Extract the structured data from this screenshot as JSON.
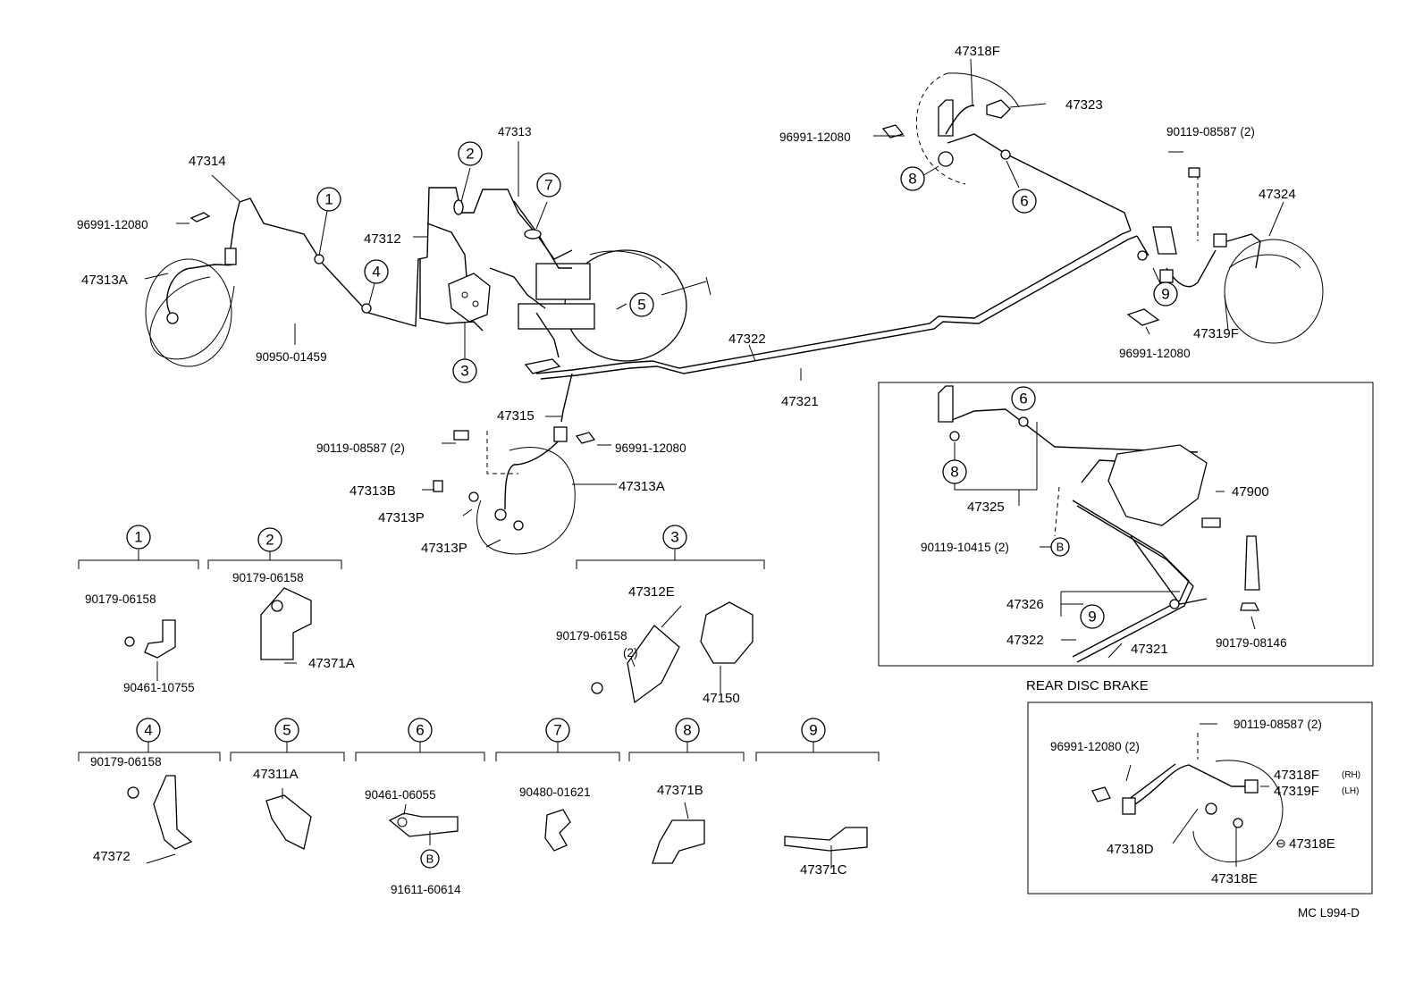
{
  "labels": {
    "l47314": "47314",
    "l96991_a": "96991-12080",
    "l47313A_a": "47313A",
    "l90950": "90950-01459",
    "l47312": "47312",
    "l47313": "47313",
    "l47322_a": "47322",
    "l47321_a": "47321",
    "l47315": "47315",
    "l90119_a": "90119-08587 (2)",
    "l96991_b": "96991-12080",
    "l47313A_b": "47313A",
    "l47313B": "47313B",
    "l47313P_a": "47313P",
    "l47313P_b": "47313P",
    "l47318F_top": "47318F",
    "l47323": "47323",
    "l96991_c": "96991-12080",
    "l90119_b": "90119-08587 (2)",
    "l47324": "47324",
    "l47319F_top": "47319F",
    "l96991_d": "96991-12080",
    "l47325": "47325",
    "l47900": "47900",
    "l90119_10415": "90119-10415 (2)",
    "l47326": "47326",
    "l47322_b": "47322",
    "l47321_b": "47321",
    "l90179_08146": "90179-08146",
    "l90179_1": "90179-06158",
    "l90461_10755": "90461-10755",
    "l90179_2": "90179-06158",
    "l47371A": "47371A",
    "l47312E": "47312E",
    "l90179_3": "90179-06158",
    "l90179_3b": "(2)",
    "l47150": "47150",
    "l90179_4": "90179-06158",
    "l47372": "47372",
    "l47311A": "47311A",
    "l90461_06055": "90461-06055",
    "l91611": "91611-60614",
    "l90480": "90480-01621",
    "l47371B": "47371B",
    "l47371C": "47371C",
    "rear_title": "REAR DISC BRAKE",
    "l90119_c": "90119-08587 (2)",
    "l96991_e": "96991-12080 (2)",
    "l47318F_rh": "47318F",
    "l47319F_lh": "47319F",
    "rh": "(RH)",
    "lh": "(LH)",
    "l47318D": "47318D",
    "l47318E_a": "47318E",
    "l47318E_b": "47318E",
    "code": "MC L994-D"
  },
  "markers": {
    "m1": "1",
    "m2": "2",
    "m3": "3",
    "m4": "4",
    "m5": "5",
    "m6": "6",
    "m7": "7",
    "m8": "8",
    "m9": "9",
    "s1": "1",
    "s2": "2",
    "s3": "3",
    "s4": "4",
    "s5": "5",
    "s6": "6",
    "s7": "7",
    "s8": "8",
    "s9": "9",
    "i6": "6",
    "i8": "8",
    "i9": "9",
    "b1": "B",
    "b2": "B"
  }
}
